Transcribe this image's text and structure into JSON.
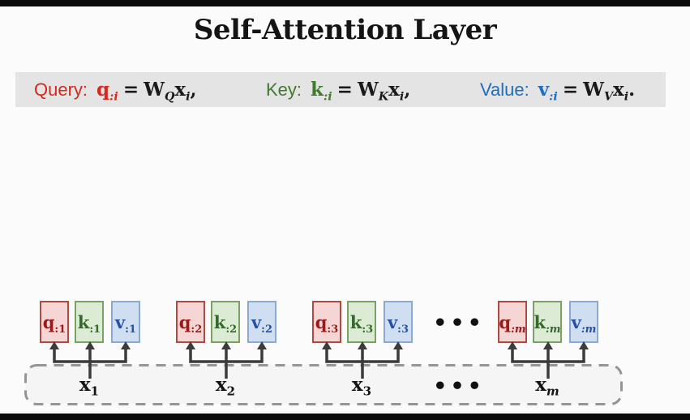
{
  "title": "Self-Attention Layer",
  "colors": {
    "query_red": "#d6291c",
    "key_green": "#3f7b2c",
    "value_blue": "#1e6fc0",
    "q_box_fill": "#f5d6d4",
    "q_box_border": "#af4a42",
    "q_box_text": "#9b1a1a",
    "k_box_fill": "#dcebd3",
    "k_box_border": "#7da066",
    "k_box_text": "#35682c",
    "v_box_fill": "#cfdff1",
    "v_box_border": "#8ca9d4",
    "v_box_text": "#27519e",
    "formula_bar_bg": "#e4e4e4",
    "arrow_gray": "#3b3b3b",
    "input_rect_fill": "#f5f5f5",
    "input_rect_border": "#959595"
  },
  "formulas": [
    {
      "label": "Query:",
      "vec": "q",
      "vecsub": ":i",
      "eq": "=",
      "mat": "W",
      "matsub": "Q",
      "xvec": "x",
      "xsub": "i",
      "end": ","
    },
    {
      "label": "Key:",
      "vec": "k",
      "vecsub": ":i",
      "eq": "=",
      "mat": "W",
      "matsub": "K",
      "xvec": "x",
      "xsub": "i",
      "end": ","
    },
    {
      "label": "Value:",
      "vec": "v",
      "vecsub": ":i",
      "eq": "=",
      "mat": "W",
      "matsub": "V",
      "xvec": "x",
      "xsub": "i",
      "end": "."
    }
  ],
  "groups": [
    {
      "q": "q",
      "qsub": ":1",
      "k": "k",
      "ksub": ":1",
      "v": "v",
      "vsub": ":1",
      "x": "x",
      "xsub": "1"
    },
    {
      "q": "q",
      "qsub": ":2",
      "k": "k",
      "ksub": ":2",
      "v": "v",
      "vsub": ":2",
      "x": "x",
      "xsub": "2"
    },
    {
      "q": "q",
      "qsub": ":3",
      "k": "k",
      "ksub": ":3",
      "v": "v",
      "vsub": ":3",
      "x": "x",
      "xsub": "3"
    },
    {
      "q": "q",
      "qsub": ":m",
      "k": "k",
      "ksub": ":m",
      "v": "v",
      "vsub": ":m",
      "x": "x",
      "xsub": "m"
    }
  ],
  "ellipsis": "•••"
}
